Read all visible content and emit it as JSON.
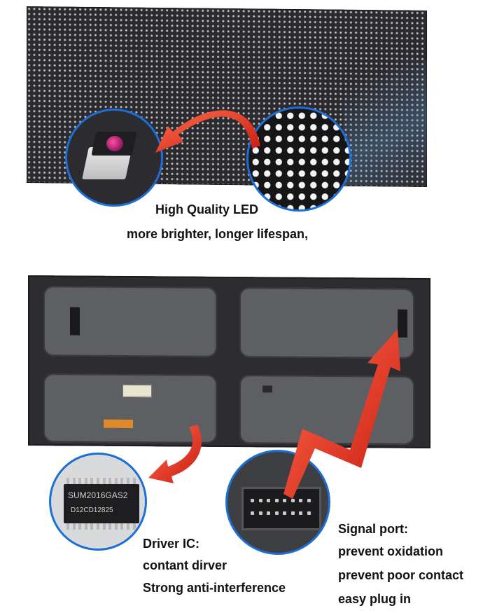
{
  "top_section": {
    "heading": "High Quality LED",
    "subheading": "more brighter, longer lifespan,"
  },
  "driver_ic": {
    "title": "Driver IC:",
    "lines": [
      "contant dirver",
      "Strong anti-interference"
    ],
    "chip_marking_line1": "SUM2016GAS2",
    "chip_marking_line2": "D12CD12825"
  },
  "signal_port": {
    "title": "Signal port:",
    "lines": [
      "prevent oxidation",
      "prevent poor contact",
      "easy plug in"
    ]
  },
  "colors": {
    "arrow_red": "#e8281c",
    "circle_blue": "#1d6fd6"
  },
  "icons": [
    "curved-arrow-icon",
    "zigzag-arrow-icon"
  ]
}
